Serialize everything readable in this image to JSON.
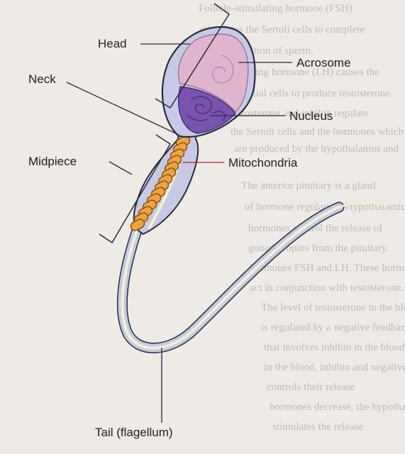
{
  "labels": {
    "head": "Head",
    "neck": "Neck",
    "midpiece": "Midpiece",
    "acrosome": "Acrosome",
    "nucleus": "Nucleus",
    "mitochondria": "Mitochondria",
    "tail": "Tail (flagellum)"
  },
  "background_text": [
    "Follicle-stimulating hormone (FSH)",
    "stimulates the Sertoli cells to complete",
    "the formation of sperm.",
    "Luteinizing hormone (LH) causes the",
    "interstitial cells to produce testosterone.",
    "Testosterone and inhibin regulate",
    "the Sertoli cells and the hormones which",
    "are produced by the hypothalamus and",
    "The anterior pituitary is a gland",
    "of hormone regulation. Hypothalamic",
    "hormones control the release of",
    "gonadotropins from the pituitary.",
    "hormones FSH and LH. These hormones",
    "act in conjunction with testosterone.",
    "The level of testosterone in the blood",
    "is regulated by a negative feedback loop",
    "that involves inhibin in the blood.",
    "in the blood, inhibin and negative feedback",
    "controls their release",
    "hormones decrease, the hypothalamus",
    "stimulates the release"
  ],
  "colors": {
    "body_fill": "#c7cae6",
    "body_outline": "#2a2a3a",
    "acrosome": "#e0b4cc",
    "nucleus": "#7a52b0",
    "mitochondria": "#eda445",
    "axoneme": "#f2f0cf",
    "label_line_red": "#b3282b"
  }
}
